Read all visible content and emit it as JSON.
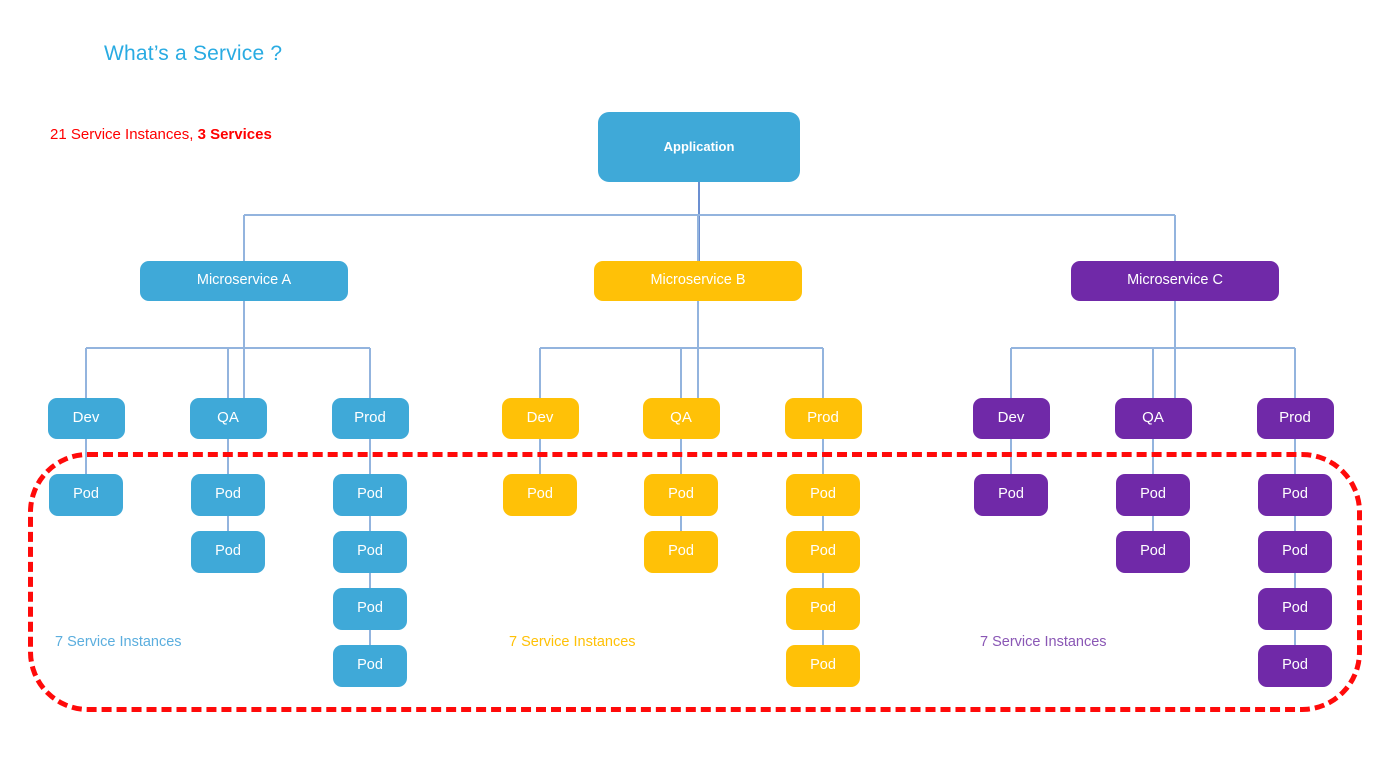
{
  "page": {
    "title": "What’s a Service ?",
    "summary_prefix": "21 Service Instances, ",
    "summary_emphasis": "3 Services",
    "title_color": "#29ABE2",
    "summary_color": "#FF0000",
    "boundary_color": "#FF0A0A",
    "connector_color": "#6B8FD1",
    "background": "#ffffff"
  },
  "root": {
    "label": "Application",
    "color": "#3FA9D8"
  },
  "colors": {
    "blue": "#3FA9D8",
    "yellow": "#FFC107",
    "purple": "#7029A8"
  },
  "groups": [
    {
      "id": "a",
      "label": "Microservice A",
      "color": "#3FA9D8",
      "instances_label": "7 Service Instances",
      "instances_label_color": "#5BAEDE",
      "environments": [
        {
          "label": "Dev",
          "pods": [
            "Pod"
          ]
        },
        {
          "label": "QA",
          "pods": [
            "Pod",
            "Pod"
          ]
        },
        {
          "label": "Prod",
          "pods": [
            "Pod",
            "Pod",
            "Pod",
            "Pod"
          ]
        }
      ]
    },
    {
      "id": "b",
      "label": "Microservice B",
      "color": "#FFC107",
      "instances_label": "7 Service Instances",
      "instances_label_color": "#FFC107",
      "environments": [
        {
          "label": "Dev",
          "pods": [
            "Pod"
          ]
        },
        {
          "label": "QA",
          "pods": [
            "Pod",
            "Pod"
          ]
        },
        {
          "label": "Prod",
          "pods": [
            "Pod",
            "Pod",
            "Pod",
            "Pod"
          ]
        }
      ]
    },
    {
      "id": "c",
      "label": "Microservice C",
      "color": "#7029A8",
      "instances_label": "7 Service Instances",
      "instances_label_color": "#8A57B5",
      "environments": [
        {
          "label": "Dev",
          "pods": [
            "Pod"
          ]
        },
        {
          "label": "QA",
          "pods": [
            "Pod",
            "Pod"
          ]
        },
        {
          "label": "Prod",
          "pods": [
            "Pod",
            "Pod",
            "Pod",
            "Pod"
          ]
        }
      ]
    }
  ],
  "boundary": {
    "name": "service-instances-boundary"
  }
}
